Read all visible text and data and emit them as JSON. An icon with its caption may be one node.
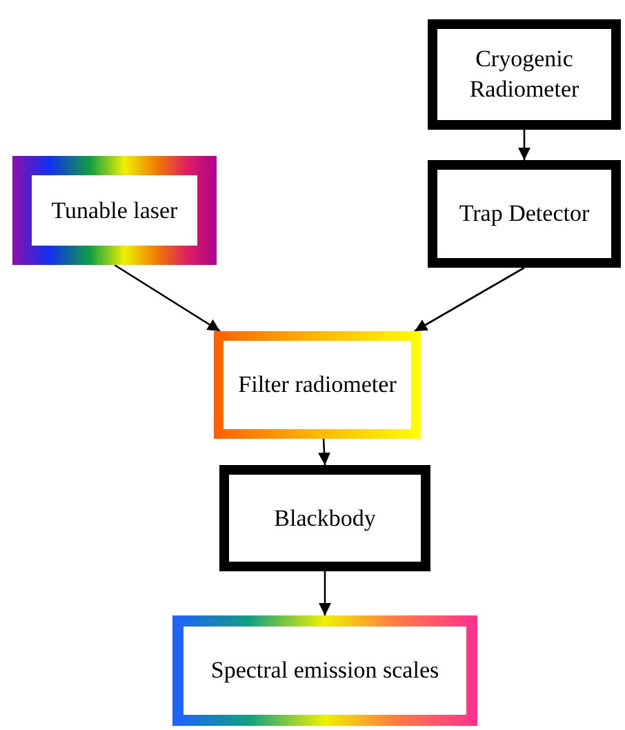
{
  "diagram": {
    "nodes": [
      {
        "text": [
          "Cryogenic Radiometer"
        ]
      },
      {
        "text": [
          "Tunable laser"
        ]
      },
      {
        "text": [
          "Trap Detector"
        ]
      },
      {
        "text": [
          "Filter radiometer"
        ]
      },
      {
        "text": [
          "Blackbody"
        ]
      },
      {
        "text": [
          "Spectral emission scales"
        ]
      }
    ],
    "edges": [
      {
        "from": 0,
        "to": 2,
        "arrow": "to"
      },
      {
        "from": 1,
        "to": 3,
        "arrow": "to"
      },
      {
        "from": 2,
        "to": 3,
        "arrow": "to"
      },
      {
        "from": 3,
        "to": 4,
        "arrow": "to"
      },
      {
        "from": 4,
        "to": 5,
        "arrow": "to"
      }
    ]
  }
}
